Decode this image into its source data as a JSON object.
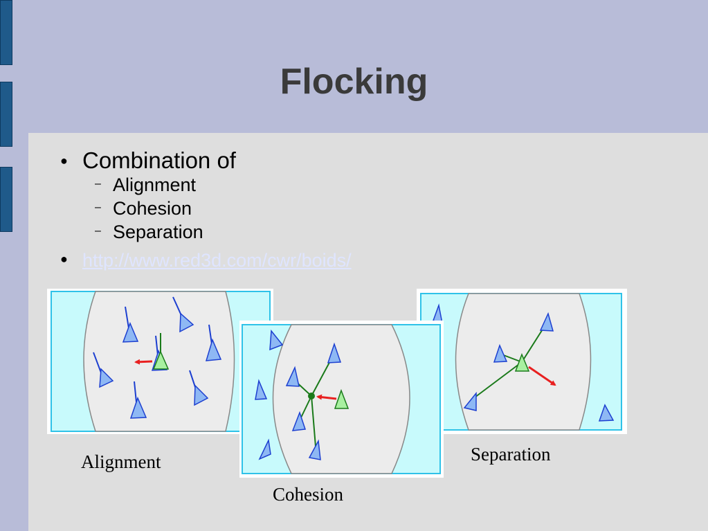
{
  "slide": {
    "title": "Flocking",
    "bullets": [
      {
        "text": "Combination of",
        "subitems": [
          "Alignment",
          "Cohesion",
          "Separation"
        ]
      },
      {
        "text": "http://www.red3d.com/cwr/boids/"
      }
    ]
  },
  "figures": [
    {
      "caption": "Alignment"
    },
    {
      "caption": "Cohesion"
    },
    {
      "caption": "Separation"
    }
  ],
  "colors": {
    "background": "#b8bcd8",
    "content_bg": "#dedede",
    "panel_fill": "#c8fafc",
    "panel_border": "#2fc2e8",
    "neighborhood": "#ececec",
    "boid": "#8eb8f4",
    "boid_stroke": "#1c3fd0",
    "focus_boid": "#a8f0a0",
    "arrow": "#e82020",
    "link_line": "#1a7a1a"
  }
}
